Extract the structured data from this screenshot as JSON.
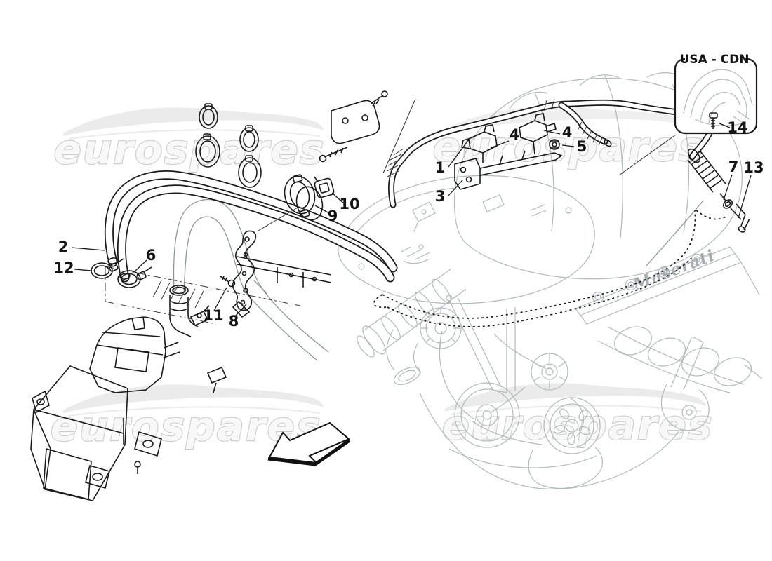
{
  "diagram": {
    "watermark": {
      "text": "eurospares"
    },
    "inset": {
      "label": "USA - CDN"
    },
    "engine_script": "Maserati",
    "callouts": [
      {
        "n": "1"
      },
      {
        "n": "2"
      },
      {
        "n": "3"
      },
      {
        "n": "4"
      },
      {
        "n": "4"
      },
      {
        "n": "5"
      },
      {
        "n": "6"
      },
      {
        "n": "7"
      },
      {
        "n": "8"
      },
      {
        "n": "9"
      },
      {
        "n": "10"
      },
      {
        "n": "11"
      },
      {
        "n": "12"
      },
      {
        "n": "13"
      },
      {
        "n": "14"
      }
    ],
    "colors": {
      "background": "#ffffff",
      "ink": "#1a1a1a",
      "engine_line": "#b3b9b9",
      "watermark_stroke": "#cccccc"
    }
  }
}
